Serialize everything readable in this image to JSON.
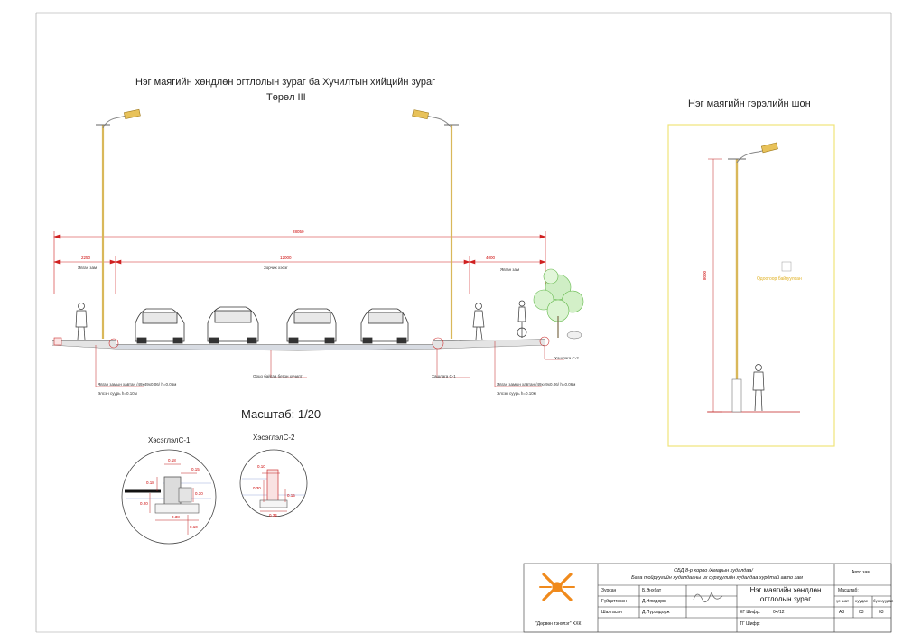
{
  "section": {
    "title": "Нэг маягийн хөндлөн огтлолын зураг ба Хучилтын хийцийн зураг",
    "subtitle": "Төрөл III",
    "dims": {
      "total": "28050",
      "left": "2250",
      "center": "12000",
      "right": "4000"
    },
    "zones": {
      "left": "Явган зам",
      "center": "Зорчих хэсэг",
      "right": "Явган зам"
    },
    "notes": {
      "left_pave": "Явган замын хавтан /49x49x0.06/ h=0.06м",
      "left_base": "Элсэн суурь h=0.10м",
      "concrete": "Орцо байгаа бетон хучилт",
      "curb1": "Хашлага С-1",
      "curb2": "Хашлага С-2",
      "right_pave": "Явган замын хавтан /49x49x0.06/ h=0.06м",
      "right_base": "Элсэн суурь h=0.10м"
    }
  },
  "scale": {
    "label": "Масштаб: 1/20"
  },
  "details": {
    "c1": {
      "label": "ХэсэглэлС-1",
      "dims": {
        "top": "0.18",
        "right": "0.15",
        "left": "0.18",
        "mid": "0.30",
        "base": "0.20",
        "bottom": "0.38",
        "depth": "0.10"
      }
    },
    "c2": {
      "label": "ХэсэглэлС-2",
      "dims": {
        "top": "0.10",
        "mid": "0.30",
        "side": "0.15",
        "bottom": "0.34"
      }
    }
  },
  "pole": {
    "title": "Нэг маягийн гэрэлийн шон",
    "height": "8000",
    "note": "Одоогоор байгуулсан"
  },
  "titleblock": {
    "project_line1": "СБД 8-р хороо /Амарын худалдаа/",
    "project_line2": "Бага тойруугийн худалдааны их сургуулийн худалдаа хурдтай авто зам",
    "object": "Авто зам",
    "rows": [
      {
        "role": "Зурсан",
        "name": "Б.Энхбат"
      },
      {
        "role": "Гүйцэтгэсэн",
        "name": "Д.Нямдорж"
      },
      {
        "role": "Шалгасан",
        "name": "Д.Пүрэвдорж"
      }
    ],
    "company": "\"Дөрвөн тэнхлэг\" ХХК",
    "drawing_title": "Нэг маягийн хөндлөн огтлолын зураг",
    "codes": {
      "eg_label": "ЕГ Шифр:",
      "eg_value": "04/12",
      "tg_label": "ТГ Шифр:"
    },
    "labels": {
      "scale": "Масштаб:",
      "sheet": "үе шат",
      "page": "хуудас",
      "total": "бүх хуудас"
    },
    "values": {
      "format": "А3",
      "page": "03",
      "total": "03"
    },
    "colors": {
      "logo": "#f08a1c"
    }
  }
}
